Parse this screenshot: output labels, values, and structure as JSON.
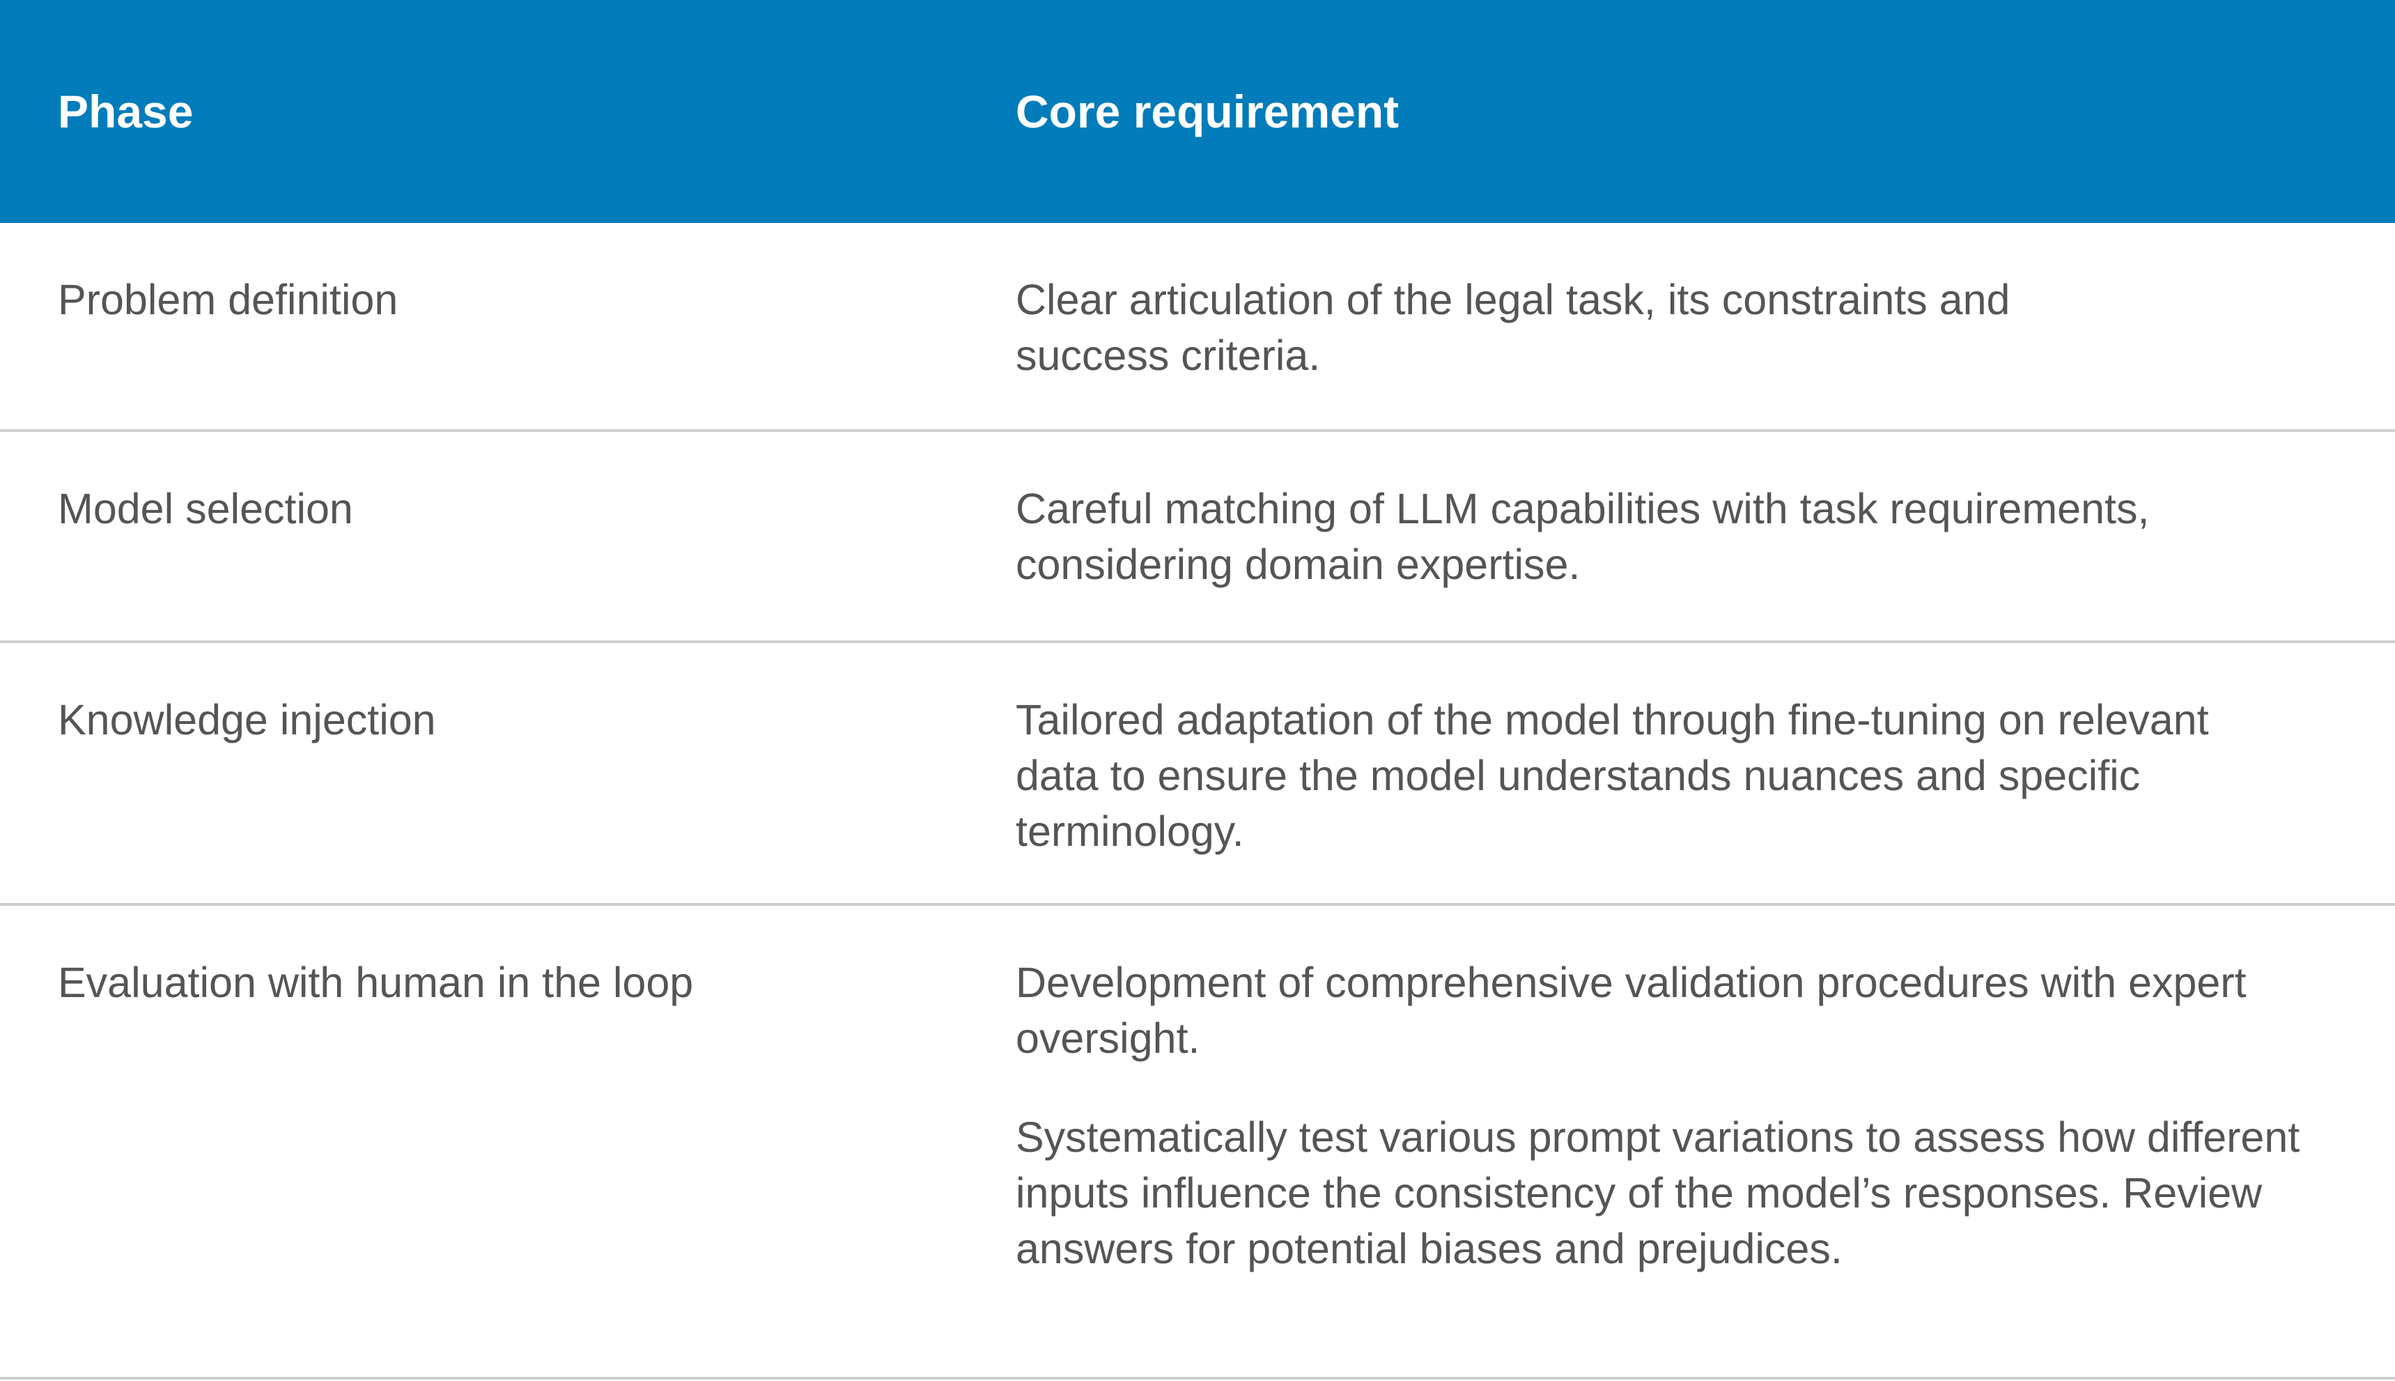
{
  "colors": {
    "header_bg": "#027cba",
    "header_text": "#ffffff",
    "body_text": "#555555",
    "divider": "#cfcfcf"
  },
  "headers": {
    "phase": "Phase",
    "requirement": "Core requirement"
  },
  "rows": [
    {
      "phase": "Problem definition",
      "requirement": [
        "Clear articulation of the legal task, its constraints and success criteria."
      ]
    },
    {
      "phase": "Model selection",
      "requirement": [
        "Careful matching of LLM capabilities with task requirements, considering domain expertise."
      ]
    },
    {
      "phase": "Knowledge injection",
      "requirement": [
        "Tailored adaptation of the model through fine-tuning on relevant data to ensure the model understands nuances and specific terminology."
      ]
    },
    {
      "phase": "Evaluation with human in the loop",
      "requirement": [
        "Development of comprehensive validation procedures with expert oversight.",
        "Systematically test various prompt variations to assess how different inputs influence the consistency of the model’s responses. Review answers for potential biases and prejudices."
      ]
    }
  ]
}
